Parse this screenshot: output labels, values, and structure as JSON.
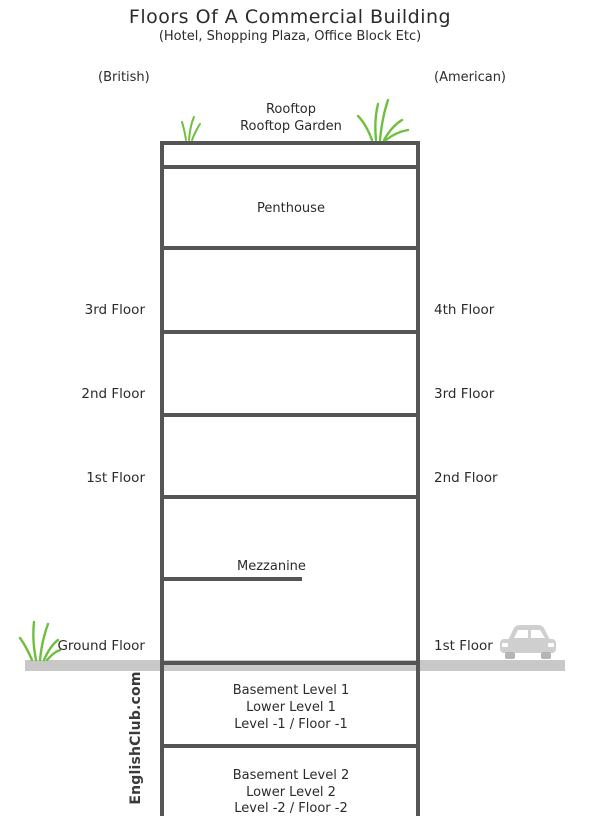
{
  "header": {
    "title": "Floors Of A Commercial Building",
    "subtitle": "(Hotel, Shopping Plaza, Office Block Etc)"
  },
  "columns": {
    "left": "(British)",
    "right": "(American)"
  },
  "roof": {
    "line1": "Rooftop",
    "line2": "Rooftop Garden"
  },
  "interior": {
    "penthouse": "Penthouse",
    "mezzanine": "Mezzanine"
  },
  "floors": [
    {
      "british": "3rd Floor",
      "american": "4th Floor"
    },
    {
      "british": "2nd Floor",
      "american": "3rd Floor"
    },
    {
      "british": "1st Floor",
      "american": "2nd Floor"
    },
    {
      "british": "Ground Floor",
      "american": "1st Floor"
    }
  ],
  "basements": [
    {
      "line1": "Basement Level 1",
      "line2": "Lower Level 1",
      "line3": "Level -1 / Floor -1"
    },
    {
      "line1": "Basement Level 2",
      "line2": "Lower Level 2",
      "line3": "Level -2 / Floor -2"
    }
  ],
  "brand": "EnglishClub.com",
  "colors": {
    "wall": "#555555",
    "ground": "#c8c8c8",
    "grass": "#6fbf3f",
    "car": "#cfcfcf"
  }
}
